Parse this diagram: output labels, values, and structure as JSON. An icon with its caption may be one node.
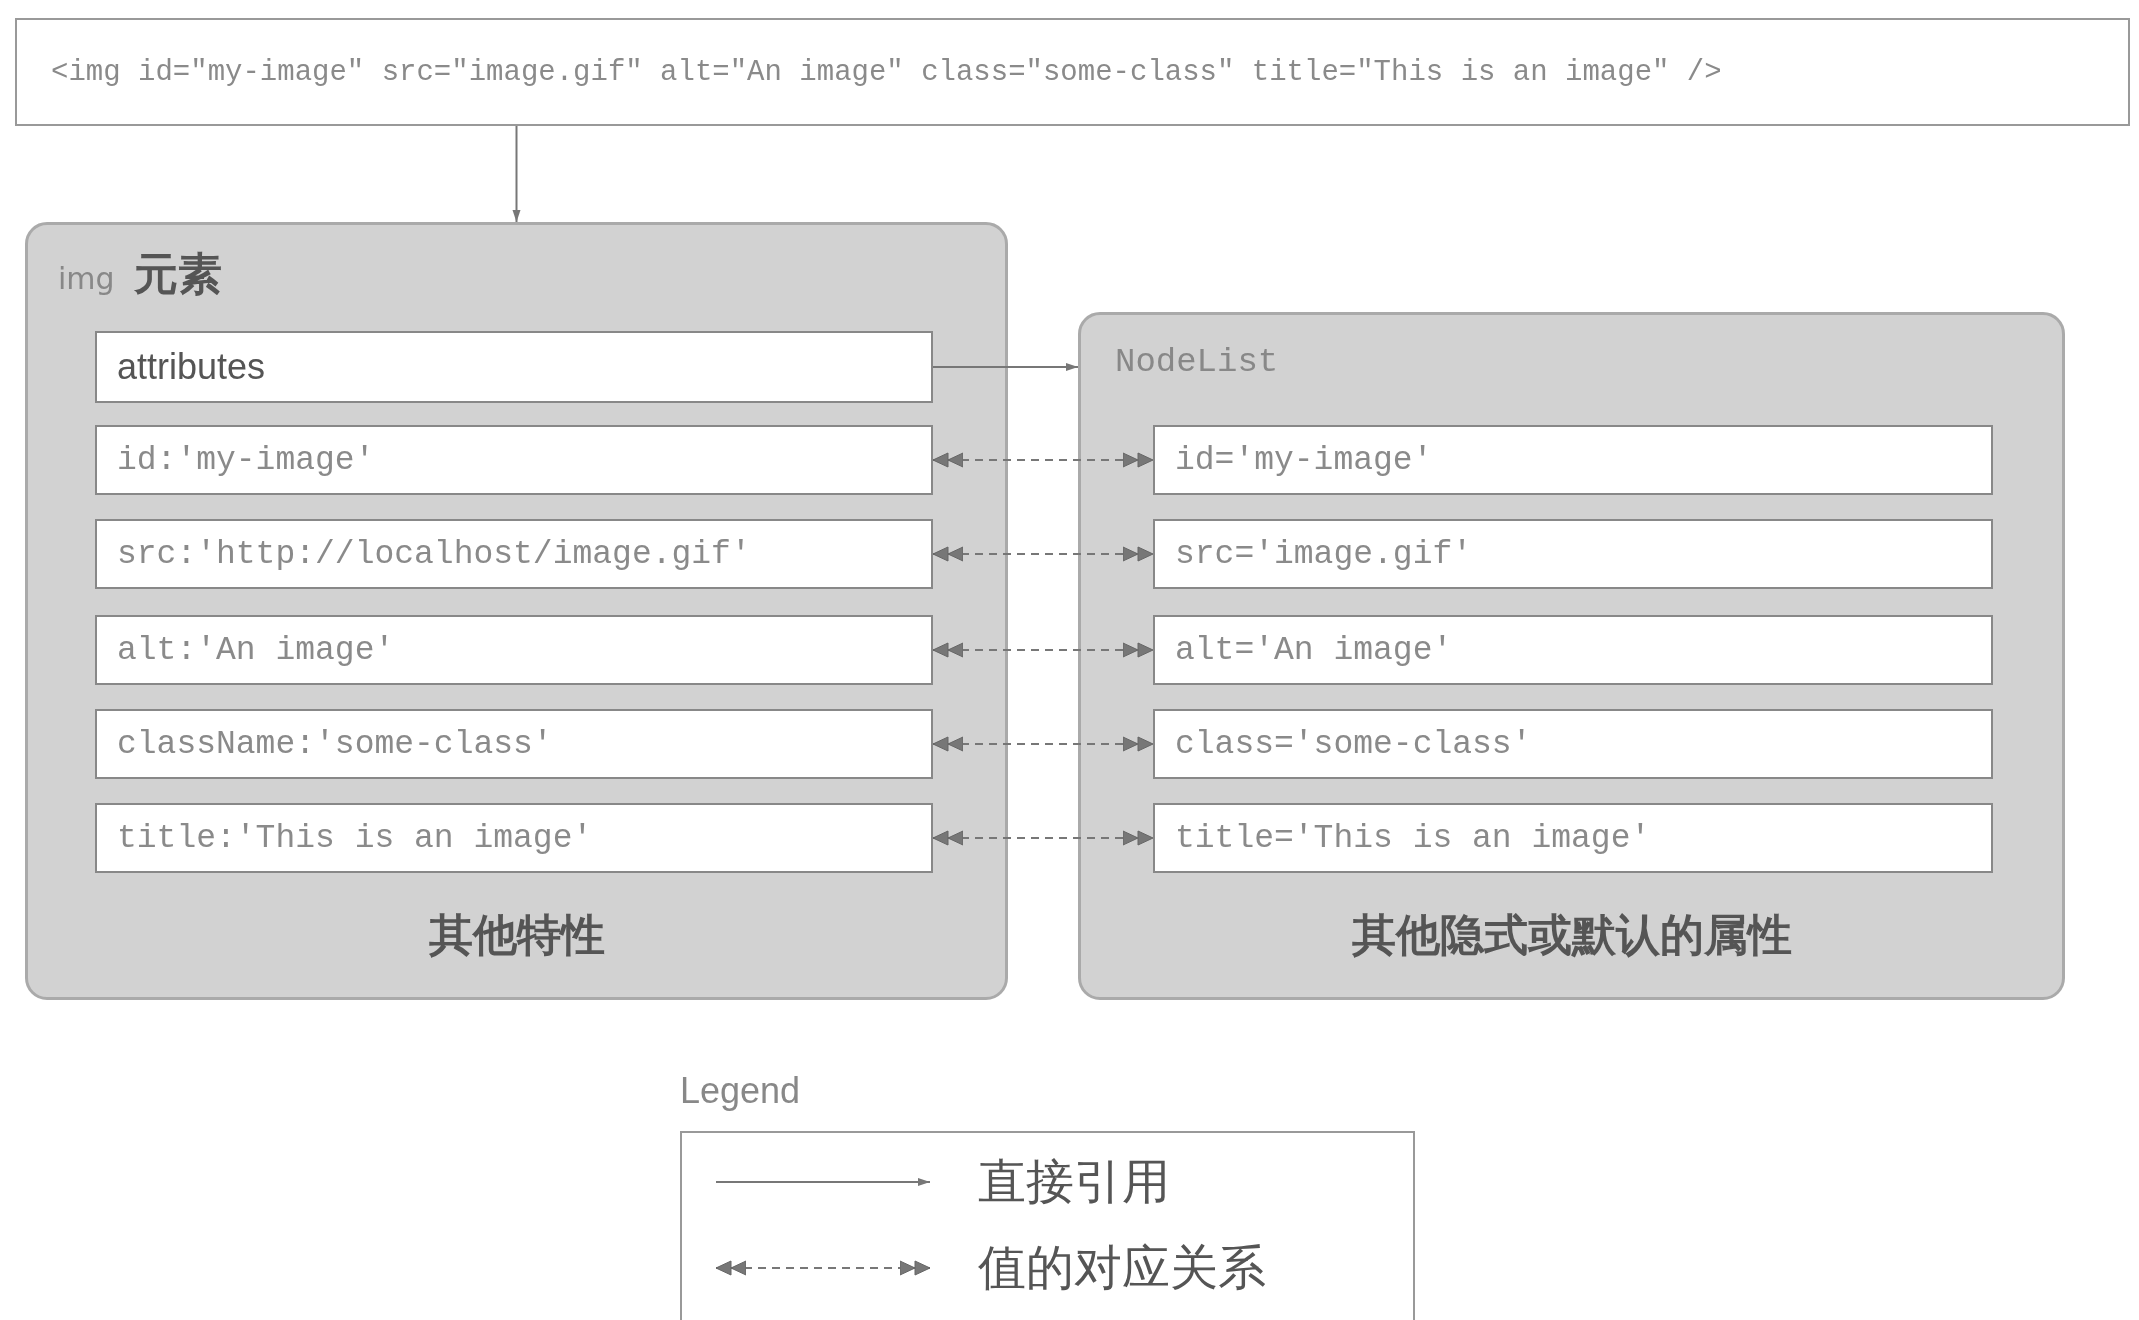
{
  "diagram": {
    "nodes": [
      {
        "text": [
          "<img id=\"my-image\" src=\"image.gif\" alt=\"An image\" class=\"some-class\" title=\"This is an image\" />"
        ]
      },
      {
        "text": [
          "img **元素**",
          "其他特性"
        ]
      },
      {
        "text": [
          "attributes"
        ],
        "in": 1
      },
      {
        "text": [
          "id:'my-image'"
        ],
        "in": 1
      },
      {
        "text": [
          "src:'http://localhost/image.gif'"
        ],
        "in": 1
      },
      {
        "text": [
          "alt:'An image'"
        ],
        "in": 1
      },
      {
        "text": [
          "className:'some-class'"
        ],
        "in": 1
      },
      {
        "text": [
          "title:'This is an image'"
        ],
        "in": 1
      },
      {
        "text": [
          "NodeList",
          "其他隐式或默认的属性"
        ]
      },
      {
        "text": [
          "id='my-image'"
        ],
        "in": 8
      },
      {
        "text": [
          "src='image.gif'"
        ],
        "in": 8
      },
      {
        "text": [
          "alt='An image'"
        ],
        "in": 8
      },
      {
        "text": [
          "class='some-class'"
        ],
        "in": 8
      },
      {
        "text": [
          "title='This is an image'"
        ],
        "in": 8
      }
    ],
    "edges": [
      {
        "from": 0,
        "to": 1,
        "arrow": "to"
      },
      {
        "from": 2,
        "to": 8,
        "arrow": "to"
      },
      {
        "from": 3,
        "to": 9,
        "arrow": "both",
        "style": "dashed"
      },
      {
        "from": 4,
        "to": 10,
        "arrow": "both",
        "style": "dashed"
      },
      {
        "from": 5,
        "to": 11,
        "arrow": "both",
        "style": "dashed"
      },
      {
        "from": 6,
        "to": 12,
        "arrow": "both",
        "style": "dashed"
      },
      {
        "from": 7,
        "to": 13,
        "arrow": "both",
        "style": "dashed"
      }
    ],
    "labels": [
      "Legend"
    ],
    "legend": [
      {
        "text": "直接引用"
      },
      {
        "text": "值的对应关系"
      }
    ]
  }
}
